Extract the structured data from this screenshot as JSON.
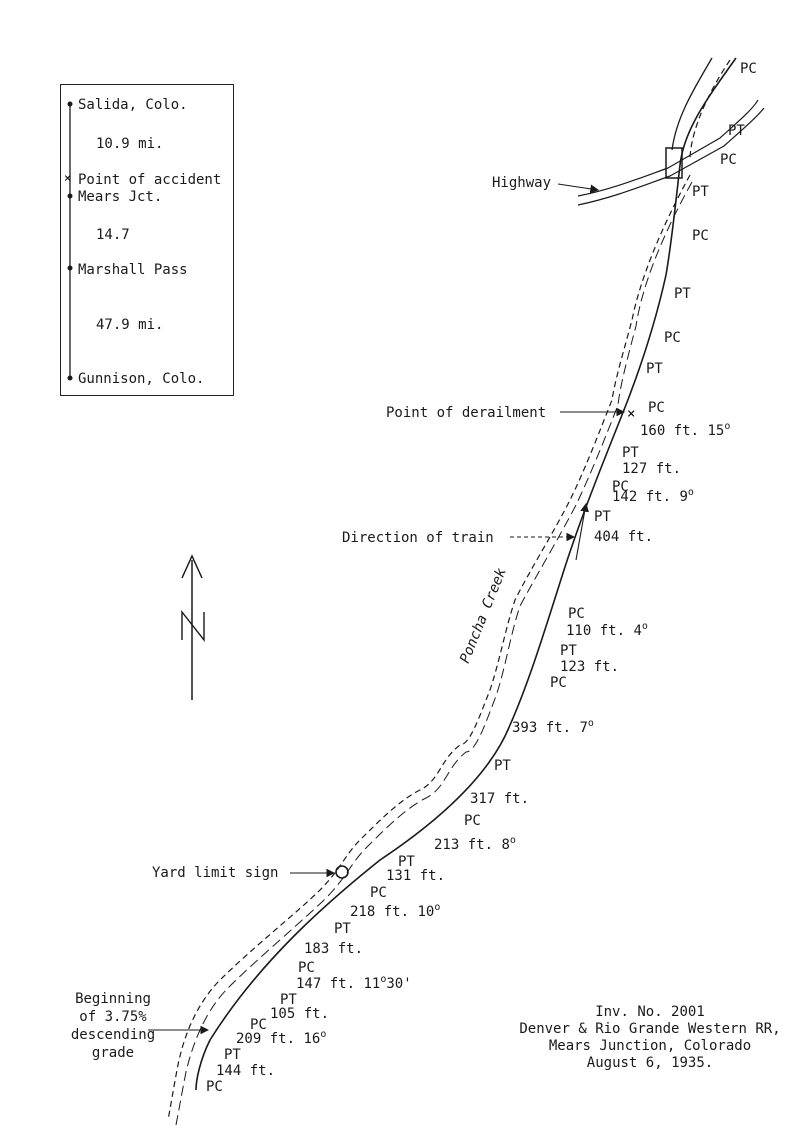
{
  "legend": {
    "stations": [
      {
        "name": "Salida, Colo.",
        "segment_to_next": "10.9 mi."
      },
      {
        "name": "Point of accident",
        "segment_to_next": ""
      },
      {
        "name": "Mears Jct.",
        "segment_to_next": "14.7"
      },
      {
        "name": "Marshall Pass",
        "segment_to_next": "47.9 mi."
      },
      {
        "name": "Gunnison, Colo.",
        "segment_to_next": ""
      }
    ]
  },
  "map": {
    "highway_label": "Highway",
    "creek_label": "Poncha Creek",
    "north_label": "N",
    "point_of_derailment": "Point of derailment",
    "direction_of_train": "Direction of train",
    "yard_limit_sign": "Yard limit sign",
    "grade_note": [
      "Beginning",
      "of 3.75%",
      "descending",
      "grade"
    ]
  },
  "curve_marks": [
    "PC",
    "PT",
    "PC",
    "PT",
    "PC",
    "PT",
    "PC",
    "PT",
    "PC",
    "PT",
    "PC",
    "PT",
    "PC",
    "PT",
    "PC",
    "PT",
    "PC",
    "PT",
    "PC",
    "PT",
    "PC",
    "PT",
    "PC"
  ],
  "track_data": [
    {
      "length": "160 ft.",
      "deg": "15"
    },
    {
      "length": "127 ft.",
      "deg": ""
    },
    {
      "length": "142 ft.",
      "deg": "9"
    },
    {
      "length": "404 ft.",
      "deg": ""
    },
    {
      "length": "110 ft.",
      "deg": "4"
    },
    {
      "length": "123 ft.",
      "deg": ""
    },
    {
      "length": "393 ft.",
      "deg": "7"
    },
    {
      "length": "317 ft.",
      "deg": ""
    },
    {
      "length": "213 ft.",
      "deg": "8"
    },
    {
      "length": "131 ft.",
      "deg": ""
    },
    {
      "length": "218 ft.",
      "deg": "10"
    },
    {
      "length": "183 ft.",
      "deg": ""
    },
    {
      "length": "147 ft.",
      "deg": "11",
      "min": "30'"
    },
    {
      "length": "105 ft.",
      "deg": ""
    },
    {
      "length": "209 ft.",
      "deg": "16"
    },
    {
      "length": "144 ft.",
      "deg": ""
    }
  ],
  "caption": [
    "Inv. No. 2001",
    "Denver & Rio Grande Western RR,",
    "Mears Junction, Colorado",
    "August  6, 1935."
  ],
  "colors": {
    "ink": "#1a1a1a",
    "paper": "#ffffff"
  }
}
